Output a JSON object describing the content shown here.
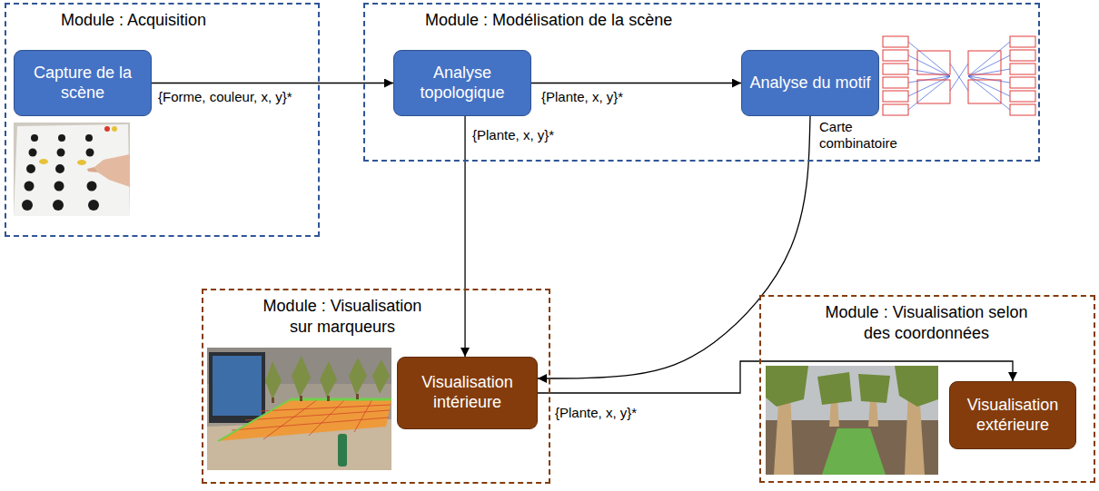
{
  "diagram": {
    "nodes": [
      {
        "text": [
          "Module : Acquisition"
        ]
      },
      {
        "text": [
          "Capture de la scène"
        ],
        "in": 0
      },
      {
        "text": [
          "Module : Modélisation de la scène"
        ]
      },
      {
        "text": [
          "Analyse topologique"
        ],
        "in": 2
      },
      {
        "text": [
          "Analyse du motif"
        ],
        "in": 2
      },
      {
        "text": [
          "Module : Visualisation sur marqueurs"
        ]
      },
      {
        "text": [
          "Visualisation intérieure"
        ],
        "in": 5
      },
      {
        "text": [
          "Module : Visualisation selon des coordonnées"
        ]
      },
      {
        "text": [
          "Visualisation extérieure"
        ],
        "in": 7
      }
    ],
    "edges": [
      {
        "from": 1,
        "to": 3,
        "arrow": "to",
        "label": "{Forme, couleur, x, y}*"
      },
      {
        "from": 3,
        "to": 4,
        "arrow": "to",
        "label": "{Plante, x, y}*"
      },
      {
        "from": 3,
        "to": 6,
        "arrow": "to",
        "label": "{Plante, x, y}*"
      },
      {
        "from": 4,
        "to": 6,
        "arrow": "to",
        "label": "Carte combinatoire"
      },
      {
        "from": 6,
        "to": 8,
        "arrow": "to",
        "label": "{Plante, x, y}*"
      }
    ]
  }
}
